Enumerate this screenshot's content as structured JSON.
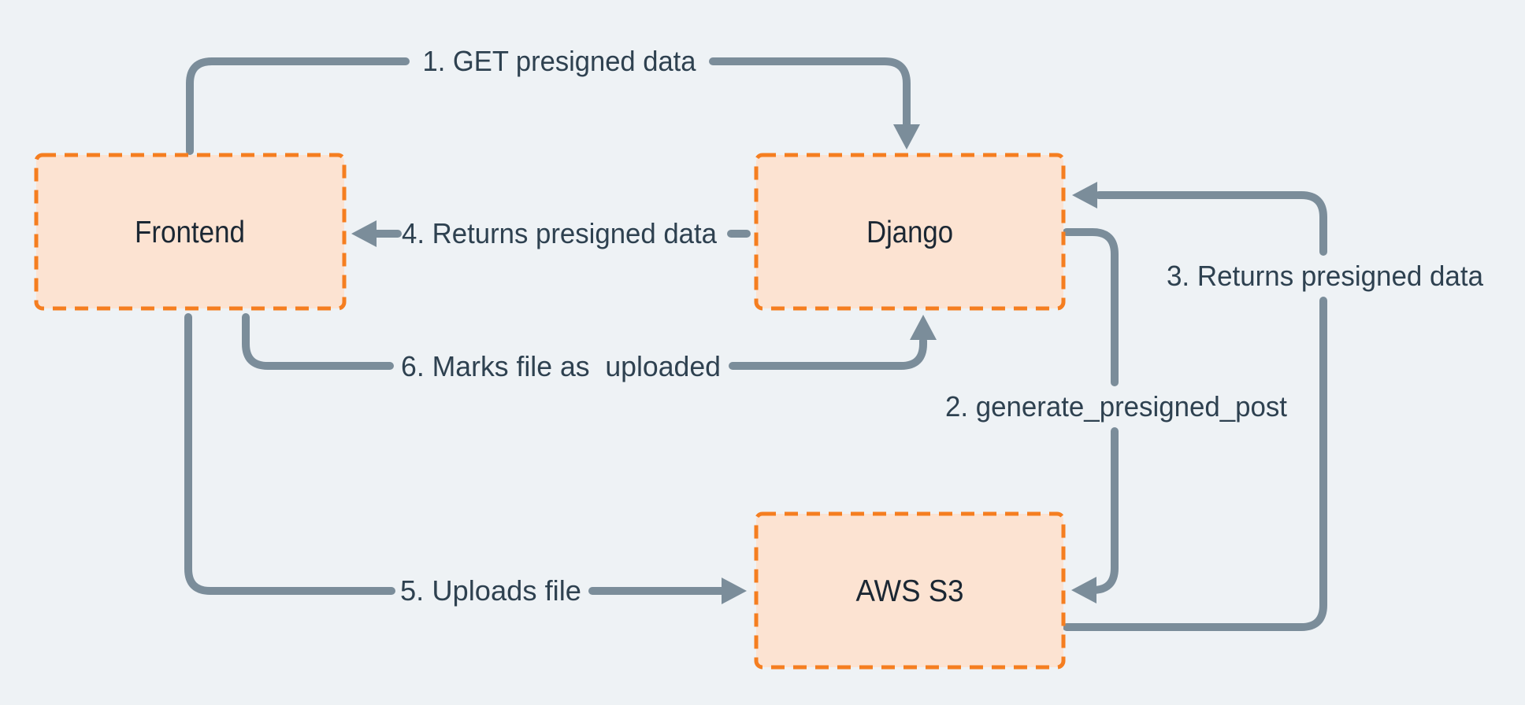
{
  "colors": {
    "background": "#eef2f5",
    "node_fill": "#fce3d2",
    "node_border": "#f57e20",
    "connector": "#7b8d9a",
    "edge_label": "#2e4150",
    "node_label": "#1b2733"
  },
  "nodes": [
    {
      "id": "frontend",
      "label": "Frontend"
    },
    {
      "id": "django",
      "label": "Django"
    },
    {
      "id": "aws-s3",
      "label": "AWS S3"
    }
  ],
  "edges": [
    {
      "step": "1",
      "label": "1. GET presigned data",
      "from": "frontend",
      "to": "django"
    },
    {
      "step": "2",
      "label": "2. generate_presigned_post",
      "from": "django",
      "to": "aws-s3"
    },
    {
      "step": "3",
      "label": "3. Returns presigned data",
      "from": "aws-s3",
      "to": "django"
    },
    {
      "step": "4",
      "label": "4. Returns presigned data",
      "from": "django",
      "to": "frontend"
    },
    {
      "step": "5",
      "label": "5. Uploads file",
      "from": "frontend",
      "to": "aws-s3"
    },
    {
      "step": "6",
      "label": "6. Marks file as  uploaded",
      "from": "frontend",
      "to": "django"
    }
  ]
}
